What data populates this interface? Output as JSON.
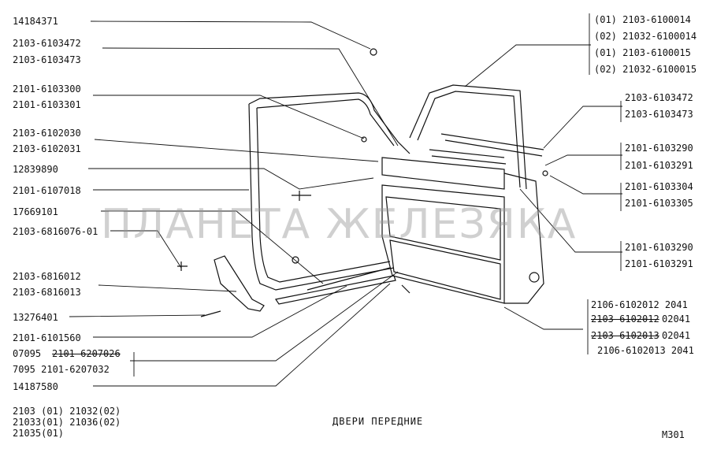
{
  "watermark": "ПЛАНЕТА ЖЕЛЕЗЯКА",
  "title": "ДВЕРИ ПЕРЕДНИЕ",
  "sheet": "M301",
  "models": [
    "2103 (01)   21032(02)",
    "21033(01)   21036(02)",
    "21035(01)"
  ],
  "left_labels": [
    "14184371",
    "2103-6103472",
    "2103-6103473",
    "2101-6103300",
    "2101-6103301",
    "2103-6102030",
    "2103-6102031",
    "12839890",
    "2101-6107018",
    "17669101",
    "2103-6816076-01",
    "2103-6816012",
    "2103-6816013",
    "13276401",
    "2101-6101560",
    "07095",
    "2101-6207026",
    "7095  2101-6207032",
    "14187580"
  ],
  "right_labels": [
    "(01)  2103-6100014",
    "(02) 21032-6100014",
    "(01)  2103-6100015",
    "(02) 21032-6100015",
    "2103-6103472",
    "2103-6103473",
    "2101-6103290",
    "2101-6103291",
    "2101-6103304",
    "2101-6103305",
    "2101-6103290",
    "2101-6103291",
    "2106-6102012  2041",
    "2103-6102012",
    " 02041",
    "2103-6102013",
    " 02041",
    "2106-6102013 2041"
  ]
}
